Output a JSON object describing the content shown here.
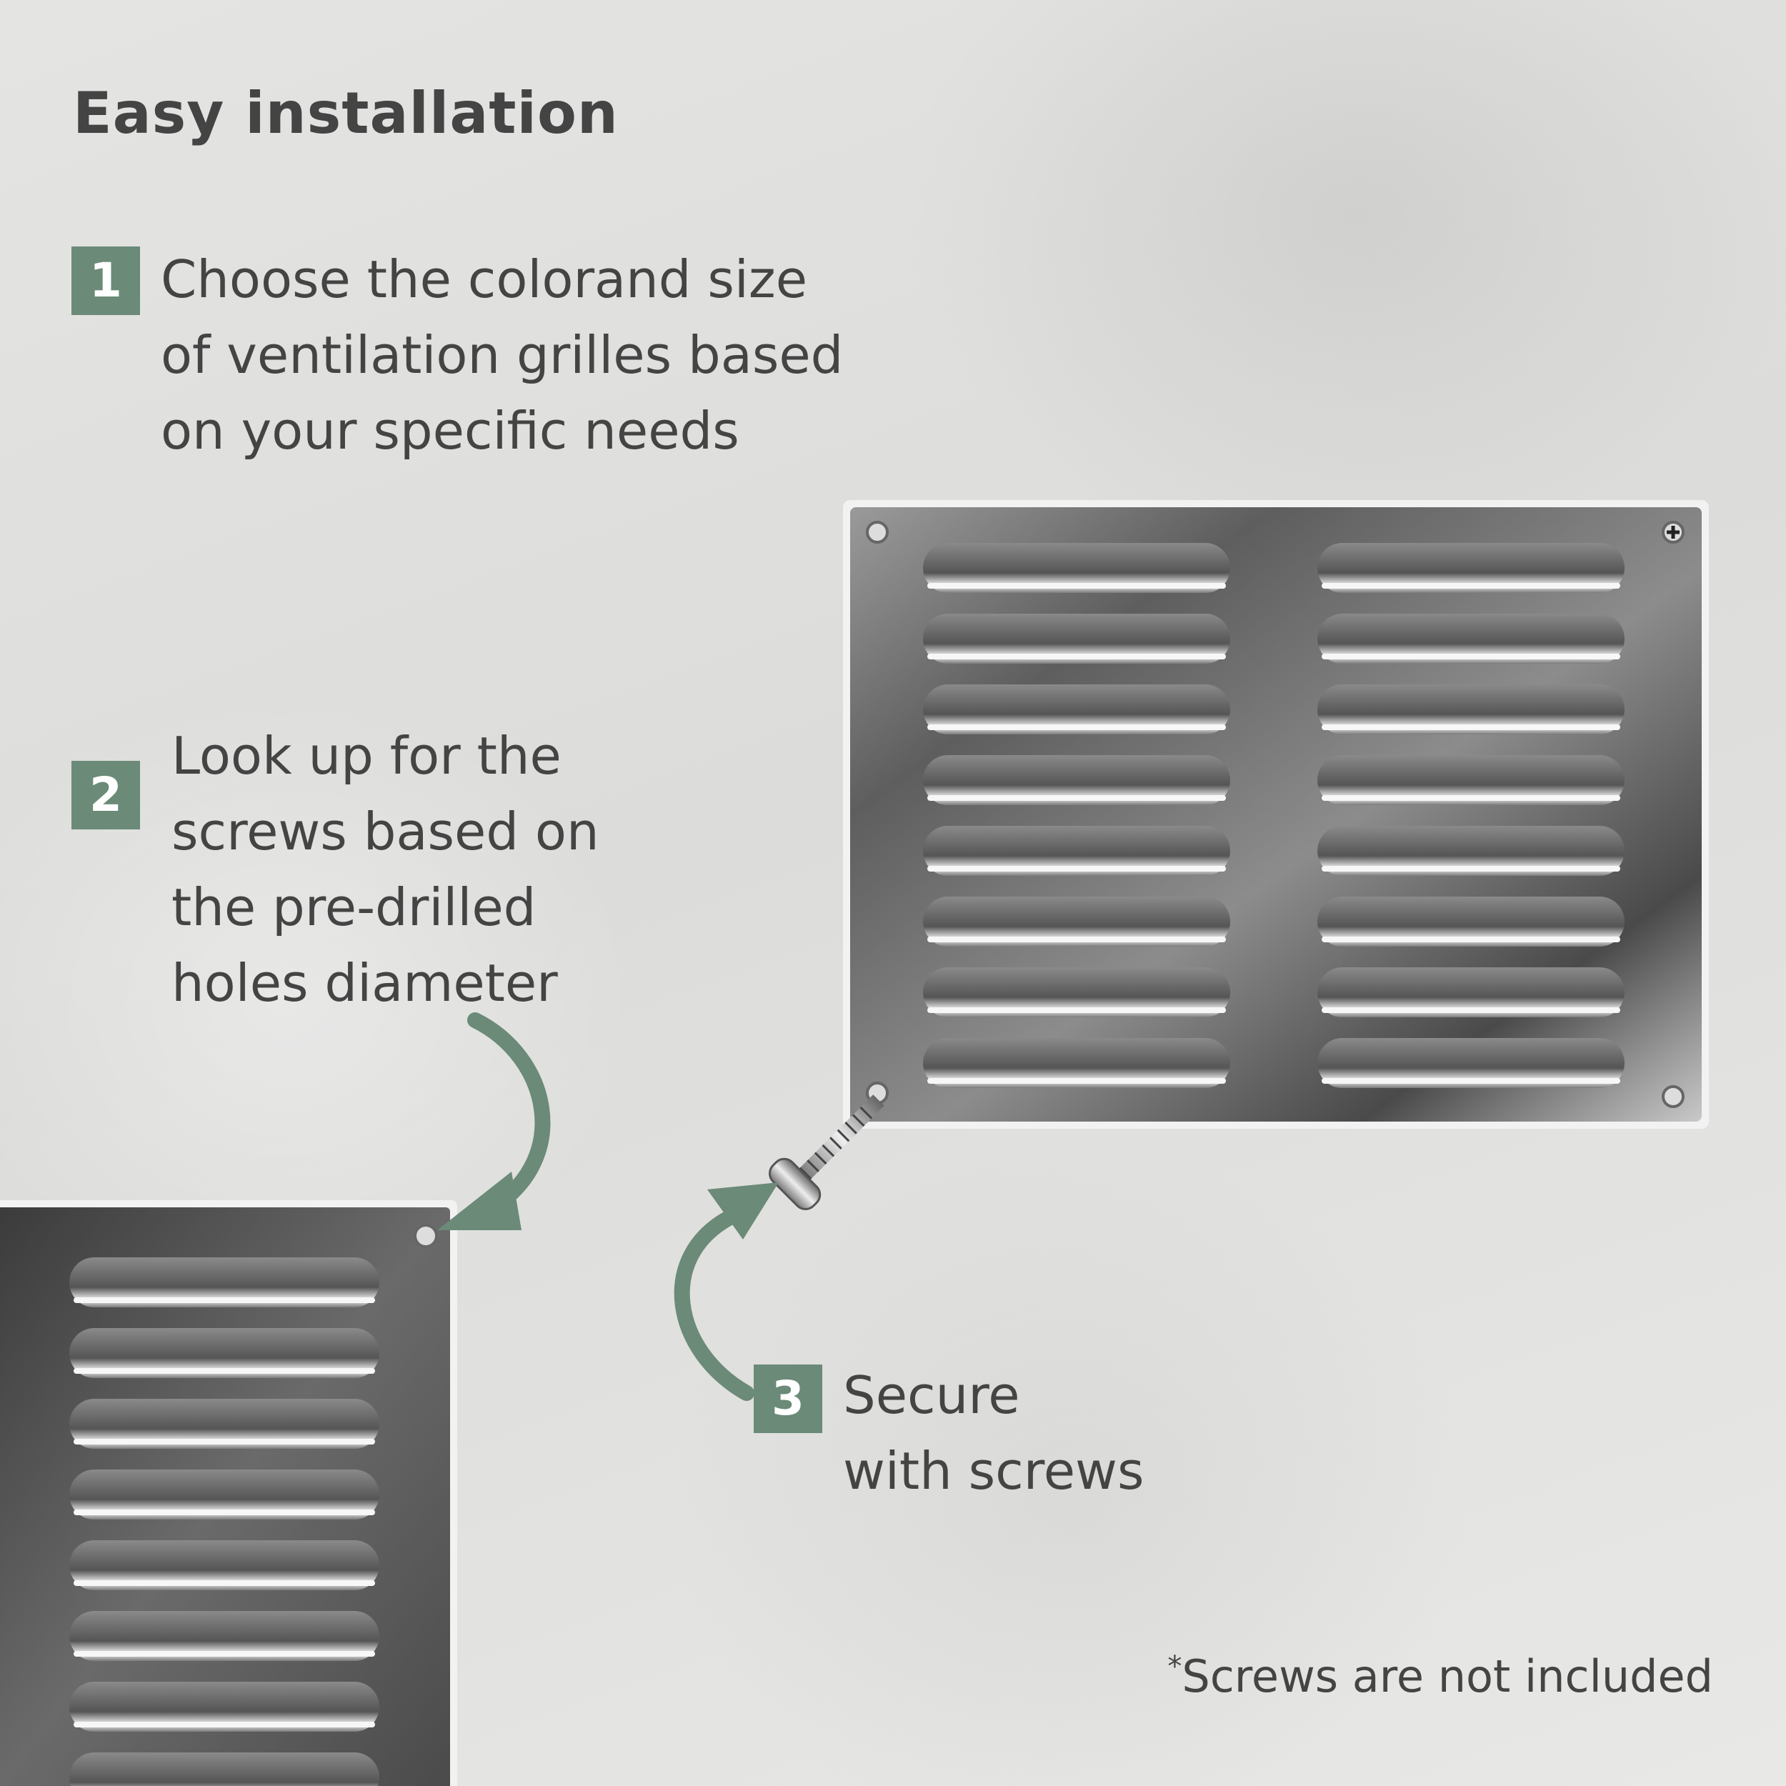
{
  "title": "Easy installation",
  "steps": [
    {
      "number": "1",
      "lines": [
        "Choose the colorand size",
        "of ventilation grilles based",
        "on your specific needs"
      ]
    },
    {
      "number": "2",
      "lines": [
        "Look up for the",
        "screws based on",
        "the pre-drilled",
        "holes diameter"
      ]
    },
    {
      "number": "3",
      "lines": [
        "Secure",
        "with screws"
      ]
    }
  ],
  "note": {
    "mark": "*",
    "text": "Screws are not included"
  },
  "colors": {
    "accent": "#6b8a78",
    "text": "#444444"
  },
  "grilles": {
    "main": {
      "columns": 2,
      "rows": 8
    },
    "corner": {
      "columns": 1,
      "rows": 8
    }
  }
}
